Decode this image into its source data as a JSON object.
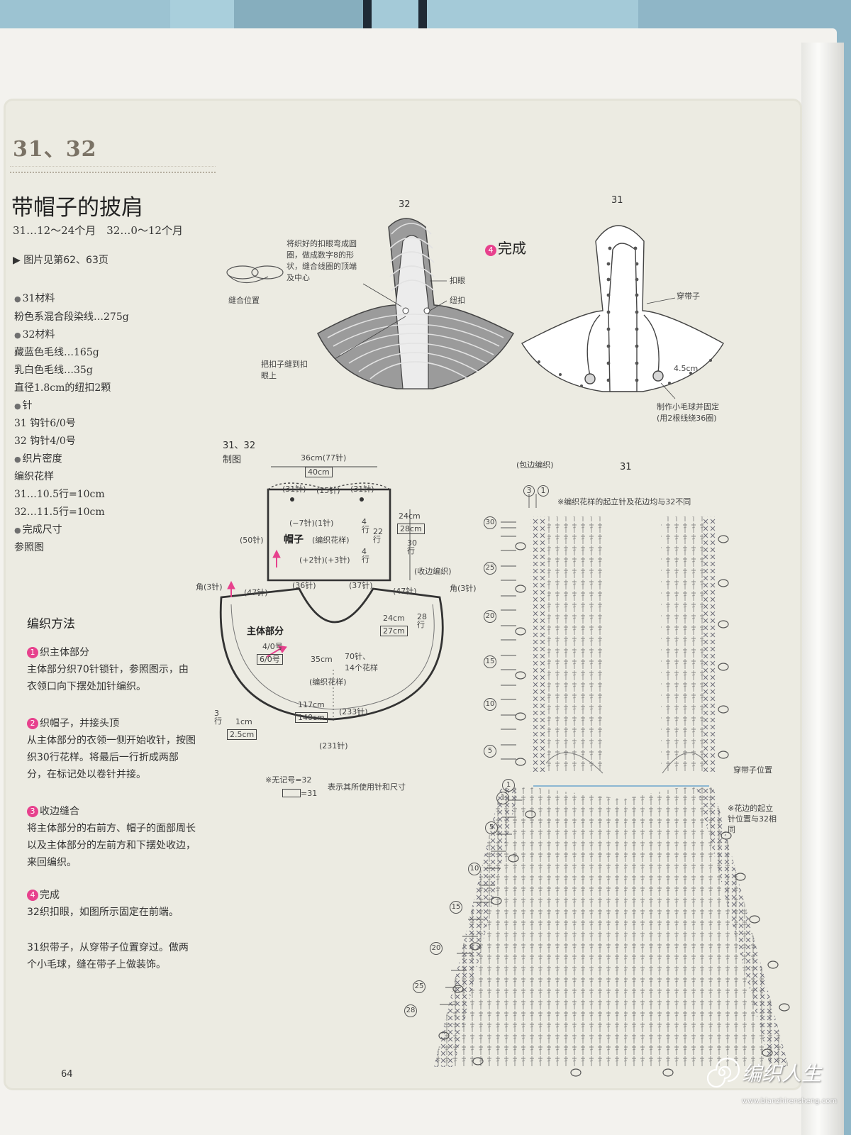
{
  "header": {
    "pattern_number": "31、32",
    "title": "带帽子的披肩",
    "age_range": "31…12～24个月　32…0～12个月",
    "photo_ref": "图片见第62、63页"
  },
  "materials": [
    "31材料",
    "粉色系混合段染线…275g",
    "32材料",
    "藏蓝色毛线…165g",
    "乳白色毛线…35g",
    "直径1.8cm的纽扣2颗",
    "针",
    "31 钩针6/0号",
    "32 钩针4/0号",
    "织片密度",
    "编织花样",
    "31…10.5行=10cm",
    "32…11.5行=10cm",
    "完成尺寸",
    "参照图"
  ],
  "method": {
    "heading": "编织方法",
    "steps": [
      {
        "num": "1",
        "title": "织主体部分",
        "body": "主体部分织70针锁针，参照图示，由衣领口向下摆处加针编织。"
      },
      {
        "num": "2",
        "title": "织帽子，并接头顶",
        "body": "从主体部分的衣领一侧开始收针，按图织30行花样。将最后一行折成两部分，在标记处以卷针并接。"
      },
      {
        "num": "3",
        "title": "收边缝合",
        "body": "将主体部分的右前方、帽子的面部周长以及主体部分的左前方和下摆处收边，来回编织。"
      },
      {
        "num": "4",
        "title": "完成",
        "body": "32织扣眼，如图所示固定在前端。"
      }
    ],
    "step4_extra": "31织带子，从穿带子位置穿过。做两个小毛球，缝在带子上做装饰。"
  },
  "diagram_top": {
    "label_32": "32",
    "label_31": "31",
    "buttonhole_note": "将织好的扣眼弯成圆圈，做成数字8的形状，缝合线圈的顶端及中心",
    "sew_position": "缝合位置",
    "buttonhole": "扣眼",
    "button": "纽扣",
    "sew_button": "把扣子缝到扣眼上",
    "finish": "完成",
    "finish_num": "4",
    "drawstring": "穿带子",
    "pompom_size": "4.5cm",
    "pompom_note": "制作小毛球并固定",
    "pompom_note2": "(用2根线绕36圈)"
  },
  "diagram_plan": {
    "title": "31、32",
    "subtitle": "制图",
    "top_width": "36cm(77针)",
    "top_width_31": "40cm",
    "hood_31": "(31针)",
    "hood_15": "(15针)",
    "hood_31b": "(31针)",
    "hood_dec": "(−7针)(1针)",
    "hood_label": "帽子",
    "hood_pattern": "(编织花样)",
    "hood_inc": "(+2针)(+3针)",
    "rows_4a": "4行",
    "rows_22": "22行",
    "rows_4b": "4行",
    "hood_h": "24cm",
    "hood_h_31": "28cm",
    "hood_rows": "30行",
    "hood_side": "(50针)",
    "corner_l": "角(3针)",
    "corner_r": "角(3针)",
    "st_47l": "(47针)",
    "st_36": "(36针)",
    "st_37": "(37针)",
    "st_47r": "(47针)",
    "edging": "(收边编织)",
    "body_label": "主体部分",
    "needle_32": "4/0号",
    "needle_31": "6/0号",
    "neck": "35cm",
    "neck_st": "70针、",
    "repeats": "14个花样",
    "body_pattern": "(编织花样)",
    "body_h": "24cm",
    "body_h_31": "27cm",
    "body_rows": "28行",
    "hem": "117cm",
    "hem_31": "140cm",
    "hem_st": "(233针)",
    "edge_rows": "3行",
    "edge_w": "1cm",
    "edge_w_31": "2.5cm",
    "bottom_st": "(231针)",
    "legend_note": "※无记号=32",
    "legend_31": "=31",
    "legend_text": "表示其所使用针和尺寸"
  },
  "chart": {
    "title": "31",
    "edging": "(包边编织)",
    "edging_nums": [
      "3",
      "1"
    ],
    "note_top": "※编织花样的起立针及花边均与32不同",
    "hood_rows": [
      "30",
      "25",
      "20",
      "15",
      "10",
      "5",
      "1"
    ],
    "body_rows": [
      "1",
      "5",
      "10",
      "15",
      "20",
      "25",
      "28"
    ],
    "drawstring_pos": "穿带子位置",
    "note_side": "※花边的起立针位置与32相同"
  },
  "footer": {
    "page_number": "64",
    "logo": "编织人生",
    "url": "www.bianzhirensheng.com"
  },
  "colors": {
    "accent_pink": "#e7418d",
    "panel": "#ecebe2",
    "hood_grey": "#9a9a9a"
  }
}
